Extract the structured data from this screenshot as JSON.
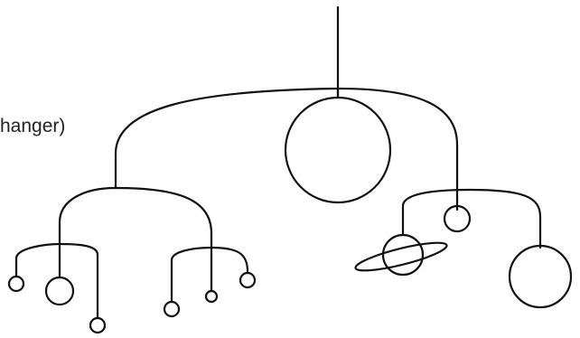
{
  "diagram": {
    "label": "hanger)",
    "colors": {
      "stroke": "#111111",
      "background": "#ffffff",
      "text": "#222222"
    },
    "objects": [
      "large-circle",
      "small-circles",
      "saturn-planet"
    ]
  }
}
